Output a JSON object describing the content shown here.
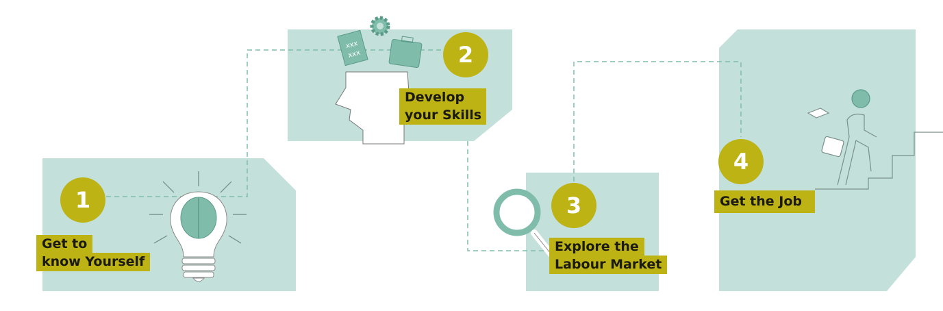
{
  "colors": {
    "panel": "#c3e0da",
    "accent": "#bdb314",
    "teal": "#7fbdaa",
    "line": "#7fbdaa"
  },
  "steps": [
    {
      "number": "1",
      "label_lines": [
        "Get to",
        "know Yourself"
      ],
      "icon": "lightbulb-brain-icon"
    },
    {
      "number": "2",
      "label_lines": [
        "Develop",
        "your Skills"
      ],
      "icon": "head-skills-icon"
    },
    {
      "number": "3",
      "label_lines": [
        "Explore the",
        "Labour Market"
      ],
      "icon": "magnifier-icon"
    },
    {
      "number": "4",
      "label_lines": [
        "Get the Job"
      ],
      "icon": "person-climbing-stairs-icon"
    }
  ]
}
